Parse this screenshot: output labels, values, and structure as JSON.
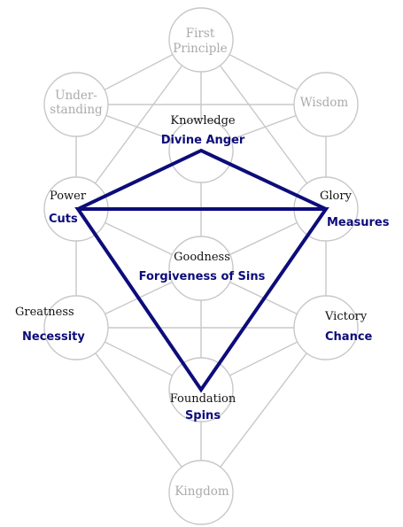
{
  "sephirot": {
    "first_principle": {
      "line1": "First",
      "line2": "Principle"
    },
    "understanding": {
      "line1": "Under-",
      "line2": "standing"
    },
    "wisdom": {
      "name": "Wisdom"
    },
    "knowledge": {
      "name": "Knowledge",
      "attribute": "Divine Anger"
    },
    "power": {
      "name": "Power",
      "attribute": "Cuts"
    },
    "glory": {
      "name": "Glory",
      "attribute": "Measures"
    },
    "goodness": {
      "name": "Goodness",
      "attribute": "Forgiveness of Sins"
    },
    "greatness": {
      "name": "Greatness",
      "attribute": "Necessity"
    },
    "victory": {
      "name": "Victory",
      "attribute": "Chance"
    },
    "foundation": {
      "name": "Foundation",
      "attribute": "Spins"
    },
    "kingdom": {
      "name": "Kingdom"
    }
  },
  "colors": {
    "node_stroke": "#c8c8c8",
    "path_stroke": "#c8c8c8",
    "star_stroke": "#0c0c7a",
    "attribute_text": "#0c0c7a",
    "name_text": "#111111",
    "faded_text": "#aaaaaa"
  }
}
